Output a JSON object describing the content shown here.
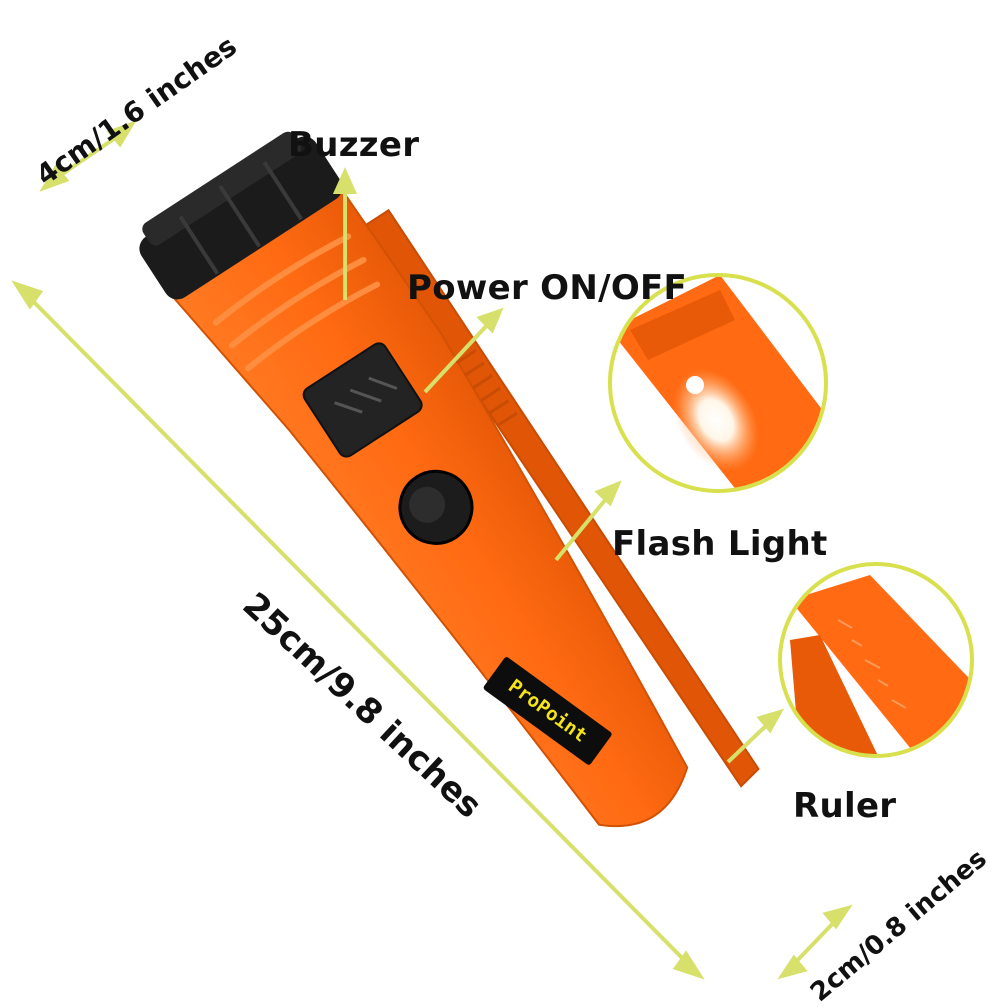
{
  "labels": {
    "buzzer": "Buzzer",
    "power": "Power ON/OFF",
    "flash_light": "Flash Light",
    "ruler": "Ruler"
  },
  "dimensions": {
    "width": "4cm/1.6 inches",
    "length": "25cm/9.8 inches",
    "tip": "2cm/0.8 inches"
  },
  "brand": "ProPoint",
  "colors": {
    "body": "#ff6a12",
    "body_shadow": "#e25506",
    "cap": "#1b1b1b",
    "arrow": "#d6e06a",
    "circle_border": "#d8e04e",
    "badge_bg": "#0d0d0d",
    "badge_text": "#f4e418"
  }
}
